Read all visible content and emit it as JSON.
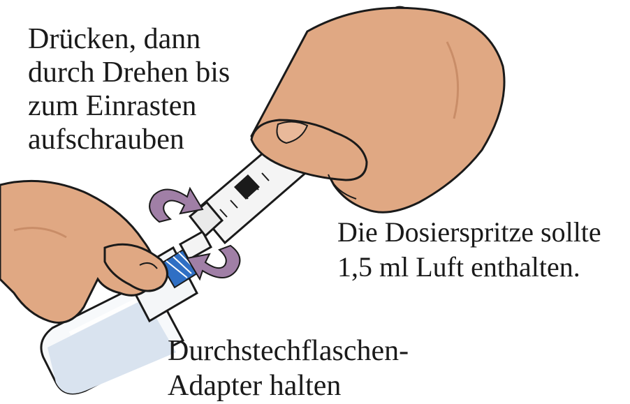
{
  "labels": {
    "instruction_top_left": [
      "Drücken, dann",
      "durch Drehen bis",
      "zum Einrasten",
      "aufschrauben"
    ],
    "instruction_right": [
      "Die Dosierspritze sollte",
      "1,5 ml Luft enthalten."
    ],
    "instruction_bottom": [
      "Durchstechflaschen-",
      "Adapter halten"
    ]
  },
  "colors": {
    "skin": "#e0a883",
    "skin_shadow": "#c98d68",
    "outline": "#1a1a1a",
    "arrow": "#a07fa6",
    "adapter_blue": "#2f6fc4",
    "vial_liquid": "#d9e3ef",
    "syringe_body": "#f4f4f4"
  },
  "icons": {
    "rotate_arrow_top": "rotate-clockwise-arrow-icon",
    "rotate_arrow_bottom": "rotate-counterclockwise-arrow-icon"
  }
}
